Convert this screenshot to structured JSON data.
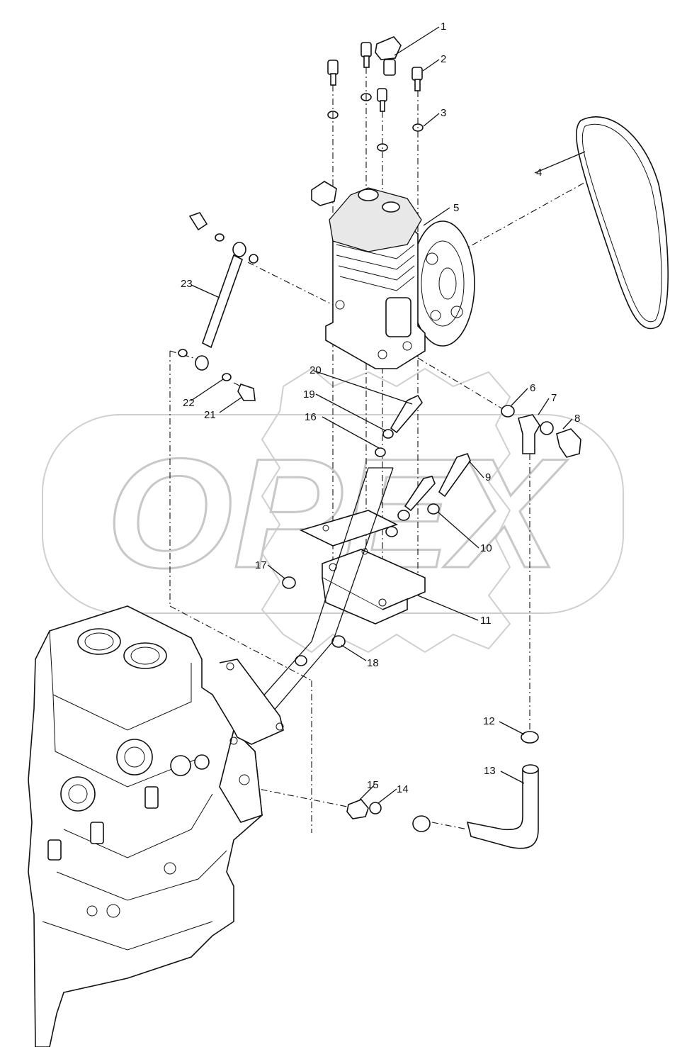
{
  "watermark": {
    "text": "OPEX"
  },
  "callouts": [
    {
      "n": "1"
    },
    {
      "n": "2"
    },
    {
      "n": "3"
    },
    {
      "n": "4"
    },
    {
      "n": "5"
    },
    {
      "n": "6"
    },
    {
      "n": "7"
    },
    {
      "n": "8"
    },
    {
      "n": "9"
    },
    {
      "n": "10"
    },
    {
      "n": "11"
    },
    {
      "n": "12"
    },
    {
      "n": "13"
    },
    {
      "n": "14"
    },
    {
      "n": "15"
    },
    {
      "n": "16"
    },
    {
      "n": "17"
    },
    {
      "n": "18"
    },
    {
      "n": "19"
    },
    {
      "n": "20"
    },
    {
      "n": "21"
    },
    {
      "n": "22"
    },
    {
      "n": "23"
    }
  ],
  "colors": {
    "line": "#111111",
    "watermark": "#c8c8c8",
    "background": "#ffffff"
  }
}
